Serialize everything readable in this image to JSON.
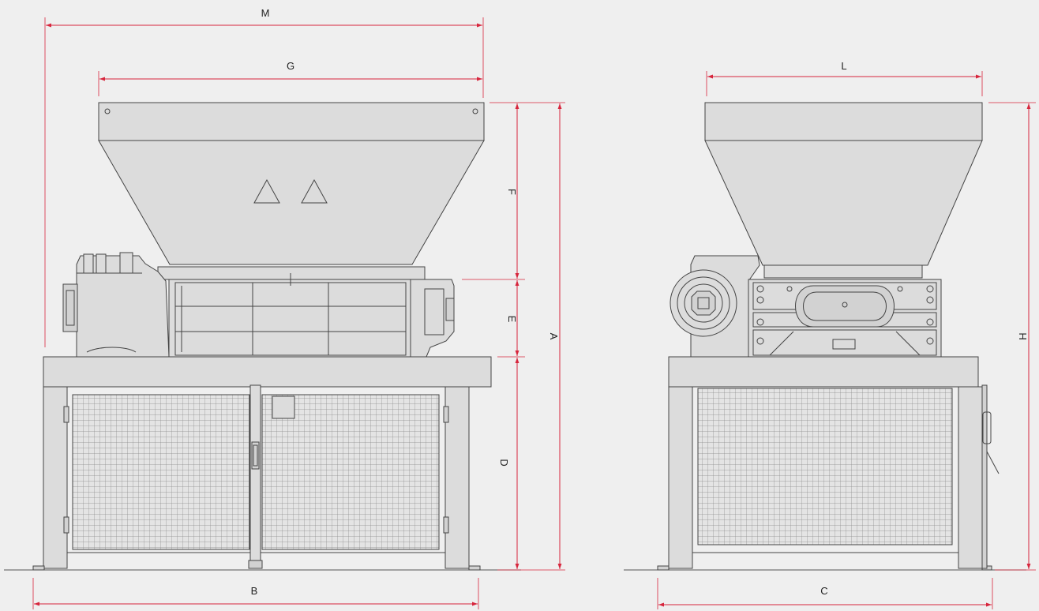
{
  "dimensions": {
    "M": "M",
    "G": "G",
    "L": "L",
    "F": "F",
    "E": "E",
    "D": "D",
    "A": "A",
    "H": "H",
    "B": "B",
    "C": "C"
  },
  "colors": {
    "dimension_line": "#d7263d",
    "machine_fill": "#dcdcdc",
    "outline": "#444444",
    "background": "#efefef"
  }
}
